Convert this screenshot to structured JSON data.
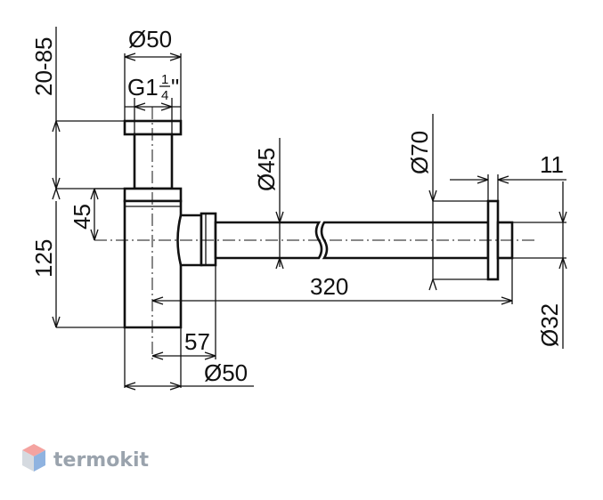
{
  "dimensions": {
    "height_range": "20-85",
    "top_diameter": "Ø50",
    "thread": "G1",
    "thread_fraction_num": "1",
    "thread_fraction_den": "4",
    "thread_quote": "\"",
    "body_height": "125",
    "outlet_height": "45",
    "outlet_offset": "57",
    "bottom_diameter": "Ø50",
    "pipe_diameter": "Ø45",
    "flange_diameter": "Ø70",
    "flange_thickness": "11",
    "length": "320",
    "wall_pipe_diameter": "Ø32"
  },
  "brand": {
    "name": "termokit",
    "colors": {
      "top": "#f4a3a0",
      "right": "#8fb3e0",
      "left": "#d5dae0"
    }
  }
}
